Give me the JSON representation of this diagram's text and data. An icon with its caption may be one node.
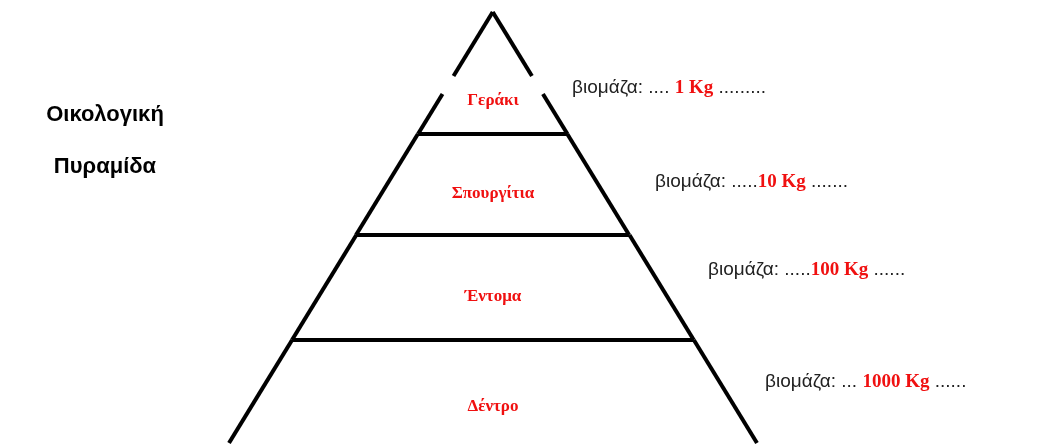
{
  "diagram": {
    "title": "Οικολογική Πυραμίδα",
    "nodes": [
      {
        "text": [
          "Γεράκι"
        ],
        "beside": [
          "βιομάζα: .... **1 Kg** ........."
        ]
      },
      {
        "text": [
          "Σπουργίτια"
        ],
        "beside": [
          "βιομάζα: .....**10 Kg** ......."
        ]
      },
      {
        "text": [
          "Έντομα"
        ],
        "beside": [
          "βιομάζα: .....**100 Kg** ......"
        ]
      },
      {
        "text": [
          "Δέντρο"
        ],
        "beside": [
          "βιομάζα: ... **1000 Kg** ......"
        ]
      }
    ]
  }
}
